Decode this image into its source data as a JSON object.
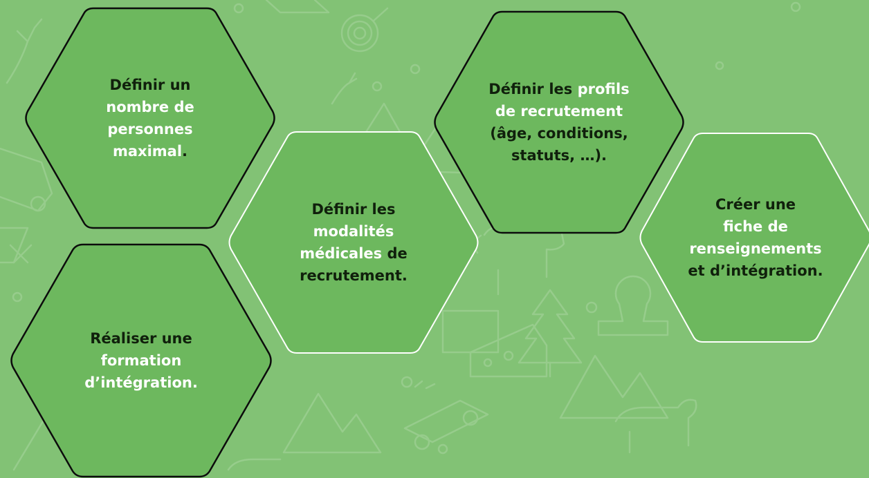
{
  "colors": {
    "background": "#82c275",
    "hexagon_fill": "#6db85e",
    "highlight": "#ffffff",
    "text": "#10200c"
  },
  "icons": [
    "deer-icon",
    "fire-hose-icon",
    "fire-truck-icon",
    "mountain-icon",
    "pine-tree-icon",
    "cheese-icon",
    "cow-icon",
    "stamp-icon",
    "bear-icon",
    "tent-icon"
  ],
  "hexagons": [
    {
      "lines": [
        [
          {
            "t": "Définir un",
            "h": false
          }
        ],
        [
          {
            "t": "nombre de",
            "h": true
          }
        ],
        [
          {
            "t": "personnes",
            "h": true
          }
        ],
        [
          {
            "t": "maximal",
            "h": true
          },
          {
            "t": ".",
            "h": false
          }
        ]
      ]
    },
    {
      "lines": [
        [
          {
            "t": "Réaliser une",
            "h": false
          }
        ],
        [
          {
            "t": "formation",
            "h": true
          }
        ],
        [
          {
            "t": "d’intégration.",
            "h": true
          }
        ]
      ]
    },
    {
      "lines": [
        [
          {
            "t": "Définir les",
            "h": false
          }
        ],
        [
          {
            "t": "modalités",
            "h": true
          }
        ],
        [
          {
            "t": "médicales",
            "h": true
          },
          {
            "t": " de",
            "h": false
          }
        ],
        [
          {
            "t": "recrutement.",
            "h": false
          }
        ]
      ]
    },
    {
      "lines": [
        [
          {
            "t": "Définir les ",
            "h": false
          },
          {
            "t": "profils",
            "h": true
          }
        ],
        [
          {
            "t": "de recrutement",
            "h": true
          }
        ],
        [
          {
            "t": "(âge, conditions,",
            "h": false
          }
        ],
        [
          {
            "t": "statuts, …).",
            "h": false
          }
        ]
      ]
    },
    {
      "lines": [
        [
          {
            "t": "Créer une",
            "h": false
          }
        ],
        [
          {
            "t": "fiche de",
            "h": true
          }
        ],
        [
          {
            "t": "renseignements",
            "h": true
          }
        ],
        [
          {
            "t": "et d’intégration.",
            "h": false
          }
        ]
      ]
    }
  ]
}
